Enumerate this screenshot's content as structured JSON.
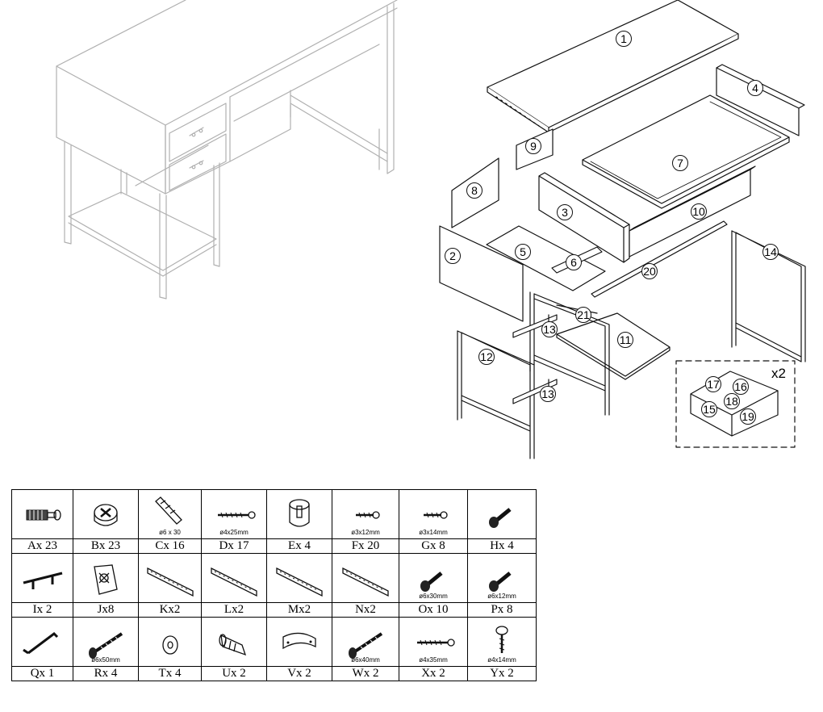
{
  "callouts": [
    "1",
    "2",
    "3",
    "4",
    "5",
    "6",
    "7",
    "8",
    "9",
    "10",
    "11",
    "12",
    "13",
    "13",
    "14",
    "15",
    "16",
    "17",
    "18",
    "19",
    "20",
    "21"
  ],
  "drawer_multiplier": "x2",
  "parts": [
    {
      "label": "Ax 23",
      "size": "",
      "icon": "cam-dowel-icon"
    },
    {
      "label": "Bx 23",
      "size": "",
      "icon": "cam-lock-icon"
    },
    {
      "label": "Cx 16",
      "size": "ø6 x 30",
      "icon": "wood-dowel-icon"
    },
    {
      "label": "Dx 17",
      "size": "ø4x25mm",
      "icon": "screw-icon"
    },
    {
      "label": "Ex 4",
      "size": "",
      "icon": "barrel-nut-icon"
    },
    {
      "label": "Fx 20",
      "size": "ø3x12mm",
      "icon": "small-screw-icon"
    },
    {
      "label": "Gx 8",
      "size": "ø3x14mm",
      "icon": "small-screw-icon"
    },
    {
      "label": "Hx 4",
      "size": "",
      "icon": "bolt-icon"
    },
    {
      "label": "Ix 2",
      "size": "",
      "icon": "handle-icon"
    },
    {
      "label": "Jx8",
      "size": "",
      "icon": "bracket-icon"
    },
    {
      "label": "Kx2",
      "size": "",
      "icon": "rail-icon"
    },
    {
      "label": "Lx2",
      "size": "",
      "icon": "rail-icon"
    },
    {
      "label": "Mx2",
      "size": "",
      "icon": "rail-icon"
    },
    {
      "label": "Nx2",
      "size": "",
      "icon": "rail-icon"
    },
    {
      "label": "Ox 10",
      "size": "ø6x30mm",
      "icon": "bolt-icon"
    },
    {
      "label": "Px 8",
      "size": "ø6x12mm",
      "icon": "bolt-icon"
    },
    {
      "label": "Qx 1",
      "size": "",
      "icon": "allen-key-icon"
    },
    {
      "label": "Rx 4",
      "size": "ø6x50mm",
      "icon": "long-bolt-icon"
    },
    {
      "label": "Tx 4",
      "size": "",
      "icon": "washer-icon"
    },
    {
      "label": "Ux 2",
      "size": "",
      "icon": "wall-plug-icon"
    },
    {
      "label": "Vx 2",
      "size": "",
      "icon": "strap-icon"
    },
    {
      "label": "Wx 2",
      "size": "ø6x40mm",
      "icon": "long-bolt-icon"
    },
    {
      "label": "Xx 2",
      "size": "ø4x35mm",
      "icon": "screw-icon"
    },
    {
      "label": "Yx 2",
      "size": "ø4x14mm",
      "icon": "pan-screw-icon"
    }
  ]
}
